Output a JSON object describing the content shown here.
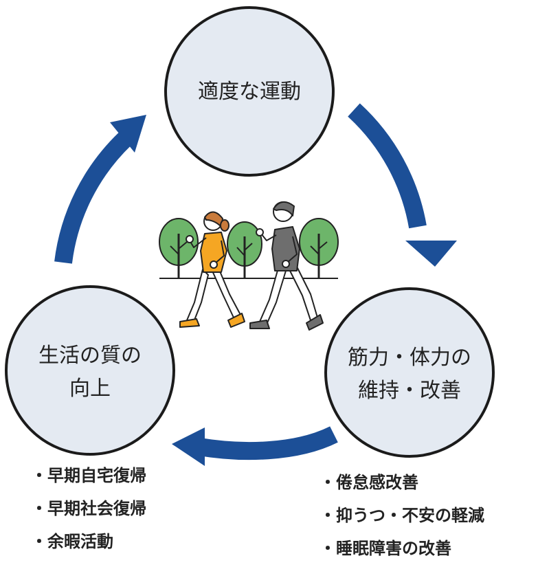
{
  "colors": {
    "circle_fill": "#e4eaf2",
    "circle_stroke": "#1b1b1b",
    "arrow": "#1c4f97",
    "orange": "#f5a623",
    "gray_jacket": "#6e6e6e",
    "tree_green": "#6db56a"
  },
  "circles": {
    "top": {
      "lines": [
        "適度な運動"
      ]
    },
    "right": {
      "lines": [
        "筋力・体力の",
        "維持・改善"
      ]
    },
    "left": {
      "lines": [
        "生活の質の",
        "向上"
      ]
    }
  },
  "lists": {
    "left": [
      "早期自宅復帰",
      "早期社会復帰",
      "余暇活動"
    ],
    "right": [
      "倦怠感改善",
      "抑うつ・不安の軽減",
      "睡眠障害の改善"
    ]
  },
  "illustration": {
    "name": "two people walking in a park"
  }
}
